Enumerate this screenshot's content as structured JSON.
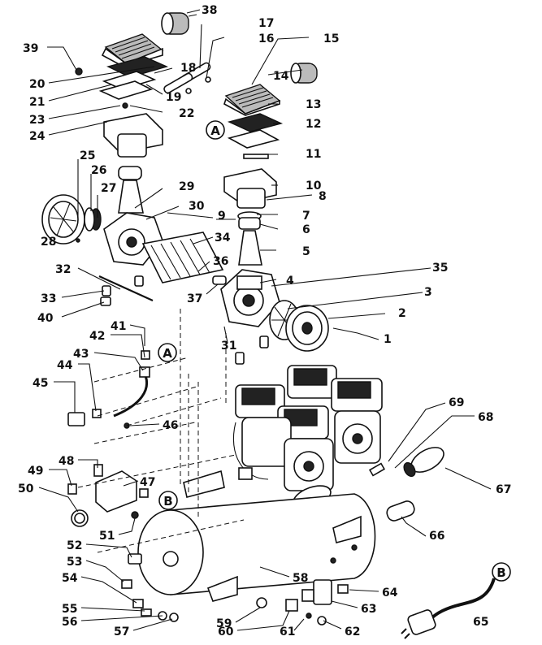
{
  "callouts": [
    {
      "id": "c38",
      "text": "38"
    },
    {
      "id": "c17",
      "text": "17"
    },
    {
      "id": "c16",
      "text": "16"
    },
    {
      "id": "c15",
      "text": "15"
    },
    {
      "id": "c39",
      "text": "39"
    },
    {
      "id": "c18",
      "text": "18"
    },
    {
      "id": "c14",
      "text": "14"
    },
    {
      "id": "c20",
      "text": "20"
    },
    {
      "id": "c21",
      "text": "21"
    },
    {
      "id": "c19",
      "text": "19"
    },
    {
      "id": "c13",
      "text": "13"
    },
    {
      "id": "c23",
      "text": "23"
    },
    {
      "id": "c22",
      "text": "22"
    },
    {
      "id": "c12",
      "text": "12"
    },
    {
      "id": "c24",
      "text": "24"
    },
    {
      "id": "c11",
      "text": "11"
    },
    {
      "id": "c25",
      "text": "25"
    },
    {
      "id": "c26",
      "text": "26"
    },
    {
      "id": "c10",
      "text": "10"
    },
    {
      "id": "c8",
      "text": "8"
    },
    {
      "id": "c29",
      "text": "29"
    },
    {
      "id": "c27",
      "text": "27"
    },
    {
      "id": "c30",
      "text": "30"
    },
    {
      "id": "c9",
      "text": "9"
    },
    {
      "id": "c7",
      "text": "7"
    },
    {
      "id": "c6",
      "text": "6"
    },
    {
      "id": "c28",
      "text": "28"
    },
    {
      "id": "c34",
      "text": "34"
    },
    {
      "id": "c5",
      "text": "5"
    },
    {
      "id": "c32",
      "text": "32"
    },
    {
      "id": "c36",
      "text": "36"
    },
    {
      "id": "c35",
      "text": "35"
    },
    {
      "id": "c4",
      "text": "4"
    },
    {
      "id": "c3",
      "text": "3"
    },
    {
      "id": "c33",
      "text": "33"
    },
    {
      "id": "c37",
      "text": "37"
    },
    {
      "id": "c2",
      "text": "2"
    },
    {
      "id": "c40",
      "text": "40"
    },
    {
      "id": "c1",
      "text": "1"
    },
    {
      "id": "c41",
      "text": "41"
    },
    {
      "id": "c31",
      "text": "31"
    },
    {
      "id": "c42",
      "text": "42"
    },
    {
      "id": "c43",
      "text": "43"
    },
    {
      "id": "c44",
      "text": "44"
    },
    {
      "id": "c45",
      "text": "45"
    },
    {
      "id": "c69",
      "text": "69"
    },
    {
      "id": "c68",
      "text": "68"
    },
    {
      "id": "c46",
      "text": "46"
    },
    {
      "id": "c67",
      "text": "67"
    },
    {
      "id": "c48",
      "text": "48"
    },
    {
      "id": "c49",
      "text": "49"
    },
    {
      "id": "c47",
      "text": "47"
    },
    {
      "id": "c50",
      "text": "50"
    },
    {
      "id": "c51",
      "text": "51"
    },
    {
      "id": "c66",
      "text": "66"
    },
    {
      "id": "c52",
      "text": "52"
    },
    {
      "id": "c53",
      "text": "53"
    },
    {
      "id": "c58",
      "text": "58"
    },
    {
      "id": "c54",
      "text": "54"
    },
    {
      "id": "c64",
      "text": "64"
    },
    {
      "id": "c55",
      "text": "55"
    },
    {
      "id": "c63",
      "text": "63"
    },
    {
      "id": "c65",
      "text": "65"
    },
    {
      "id": "c56",
      "text": "56"
    },
    {
      "id": "c59",
      "text": "59"
    },
    {
      "id": "c57",
      "text": "57"
    },
    {
      "id": "c60",
      "text": "60"
    },
    {
      "id": "c61",
      "text": "61"
    },
    {
      "id": "c62",
      "text": "62"
    }
  ],
  "connectors": [
    {
      "id": "A1",
      "text": "A"
    },
    {
      "id": "A2",
      "text": "A"
    },
    {
      "id": "B1",
      "text": "B"
    },
    {
      "id": "B2",
      "text": "B"
    }
  ]
}
